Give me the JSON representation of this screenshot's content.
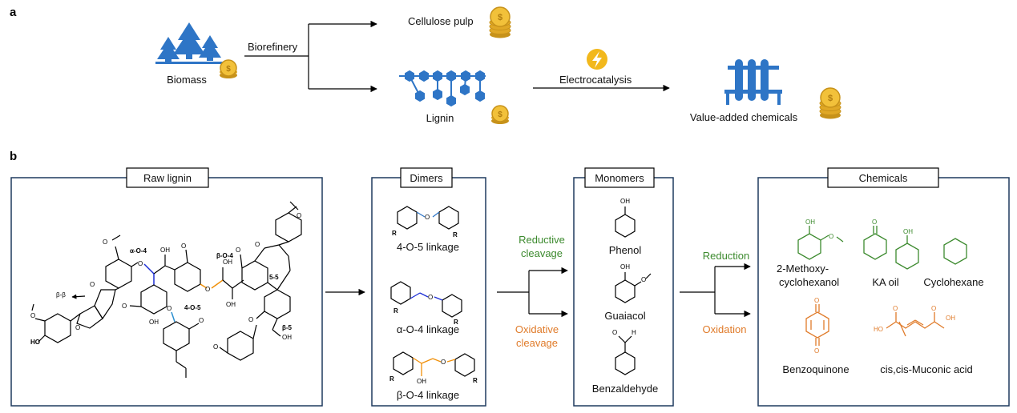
{
  "panel_a": {
    "letter": "a",
    "biomass": "Biomass",
    "biorefinery": "Biorefinery",
    "cellulose": "Cellulose pulp",
    "lignin": "Lignin",
    "electrocatalysis": "Electrocatalysis",
    "value_added": "Value-added chemicals"
  },
  "panel_b": {
    "letter": "b",
    "raw_lignin": {
      "title": "Raw lignin",
      "labels": {
        "a_o_4": "α-O-4",
        "b_o_4": "β-O-4",
        "o_5": "4-O-5",
        "b_b": "β-β",
        "five_five": "5-5",
        "b_5": "β-5",
        "oh": "OH",
        "ho": "HO",
        "o": "O"
      }
    },
    "dimers": {
      "title": "Dimers",
      "items": [
        "4-O-5 linkage",
        "α-O-4 linkage",
        "β-O-4 linkage"
      ],
      "r": "R",
      "o": "O",
      "oh": "OH"
    },
    "reductive": [
      "Reductive",
      "cleavage"
    ],
    "oxidative": [
      "Oxidative",
      "cleavage"
    ],
    "monomers": {
      "title": "Monomers",
      "items": [
        "Phenol",
        "Guaiacol",
        "Benzaldehyde"
      ],
      "oh": "OH",
      "o": "O",
      "h": "H"
    },
    "reduction": "Reduction",
    "oxidation": "Oxidation",
    "chemicals": {
      "title": "Chemicals",
      "methoxy": [
        "2-Methoxy-",
        "cyclohexanol"
      ],
      "ka_oil": "KA oil",
      "cyclohexane": "Cyclohexane",
      "benzoquinone": "Benzoquinone",
      "muconic": "cis,cis-Muconic acid",
      "oh": "OH",
      "o": "O",
      "ho": "HO"
    }
  },
  "colors": {
    "icon_blue": "#2e75c6",
    "coin_gold": "#e8b52c",
    "green": "#3c8a2e",
    "orange": "#e07b2a",
    "alpha_blue": "#1d2fd6",
    "o5_blue": "#2b8fd0",
    "b_orange": "#f0900a",
    "box_border": "#1f3a5f"
  }
}
